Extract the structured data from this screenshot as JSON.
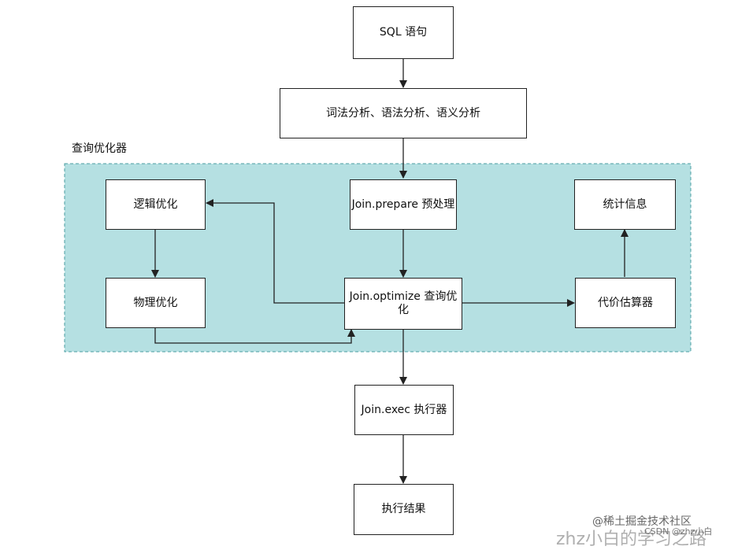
{
  "colors": {
    "group_fill": "#b5e0e2",
    "group_border": "#4a9ea2",
    "stroke": "#222222"
  },
  "group": {
    "label": "查询优化器"
  },
  "nodes": {
    "sql": "SQL 语句",
    "parse": "词法分析、语法分析、语义分析",
    "logic": "逻辑优化",
    "prepare": "Join.prepare 预处理",
    "stats": "统计信息",
    "physical": "物理优化",
    "optimize": "Join.optimize 查询优化",
    "cost": "代价估算器",
    "exec": "Join.exec 执行器",
    "result": "执行结果"
  },
  "watermark": {
    "community": "@稀土掘金技术社区",
    "csdn": "CSDN @zhz小白",
    "author": "zhz小白的学习之路"
  }
}
